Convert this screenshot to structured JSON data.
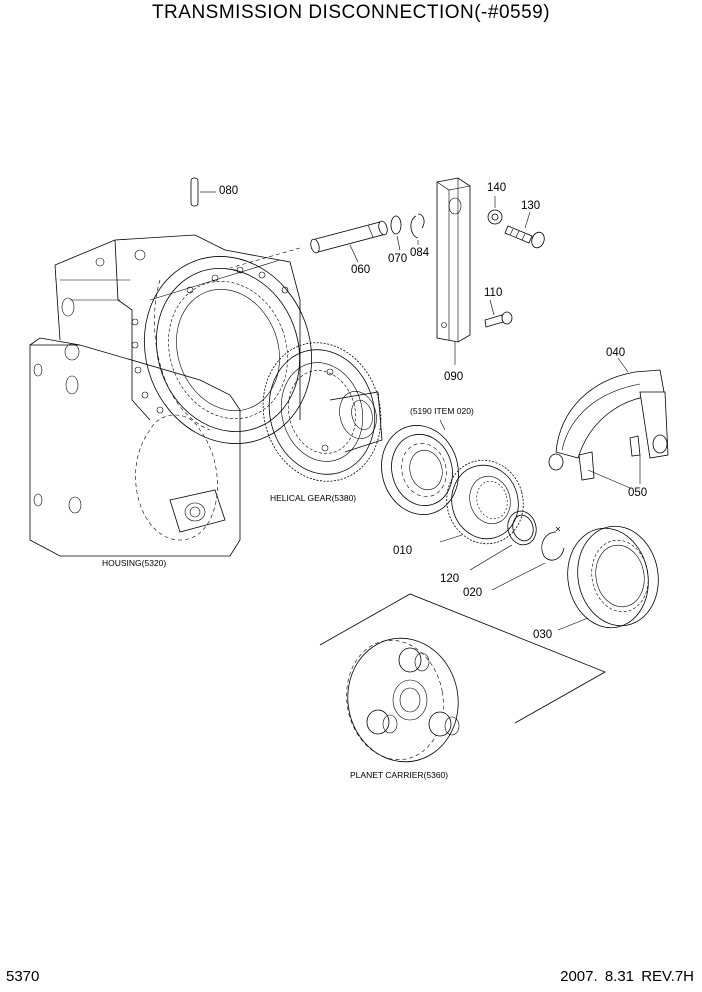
{
  "title": "TRANSMISSION DISCONNECTION(-#0559)",
  "footer": {
    "page_code": "5370",
    "date_rev": "2007.  8.31  REV.7H"
  },
  "part_labels": {
    "p080": "080",
    "p060": "060",
    "p070": "070",
    "p084": "084",
    "p140": "140",
    "p130": "130",
    "p110": "110",
    "p090": "090",
    "p040": "040",
    "p050": "050",
    "p010": "010",
    "p120": "120",
    "p020": "020",
    "p030": "030"
  },
  "reference_labels": {
    "item_ref": "(5190 ITEM 020)",
    "helical_gear": "HELICAL GEAR(5380)",
    "housing": "HOUSING(5320)",
    "planet_carrier": "PLANET CARRIER(5360)"
  }
}
